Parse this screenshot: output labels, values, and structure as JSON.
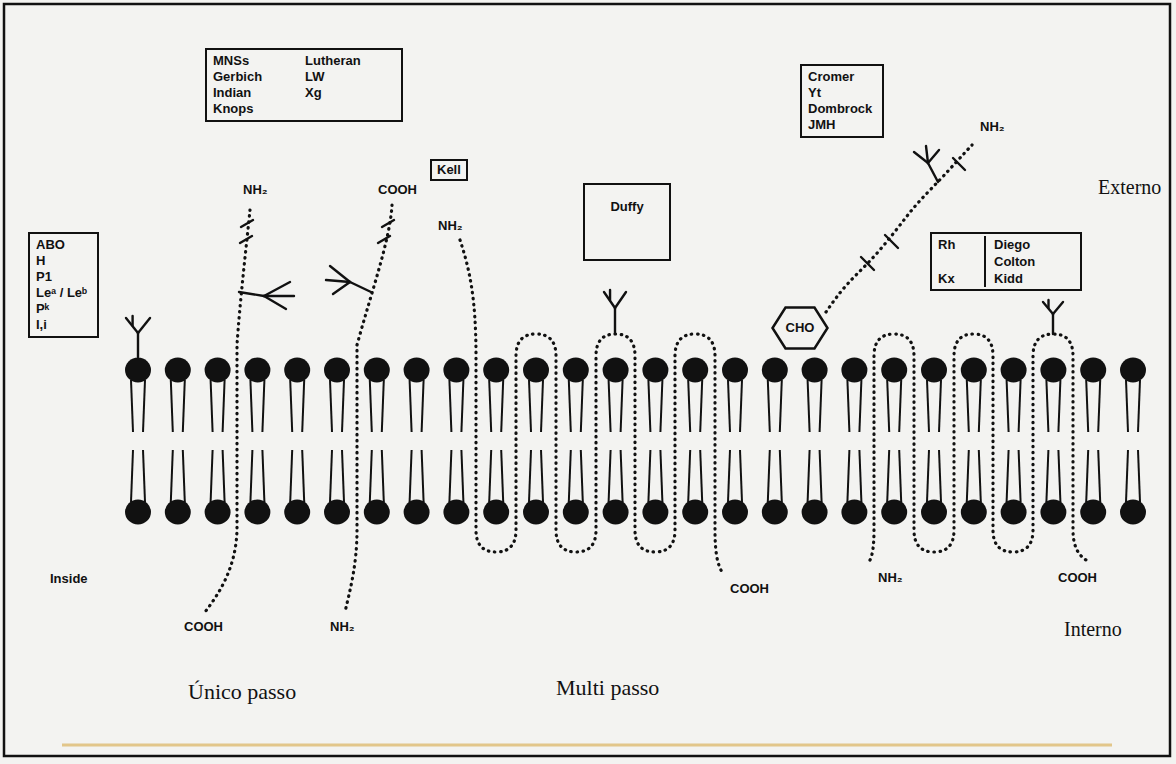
{
  "diagram": {
    "nodes": [
      {
        "text": [
          "ABO",
          "H",
          "P1",
          "Leᵃ / Leᵇ",
          "Pᵏ",
          "I,i"
        ]
      },
      {
        "text": [
          "MNSs",
          "Gerbich",
          "Indian",
          "Knops",
          "Lutheran",
          "LW",
          "Xg"
        ]
      },
      {
        "text": [
          "Kell"
        ]
      },
      {
        "text": [
          "Duffy"
        ]
      },
      {
        "text": [
          "Cromer",
          "Yt",
          "Dombrock",
          "JMH"
        ]
      },
      {
        "text": [
          "CHO"
        ]
      },
      {
        "text": [
          "Rh",
          "Kx",
          "Diego",
          "Colton",
          "Kidd"
        ]
      }
    ],
    "labels": [
      "NH₂",
      "COOH",
      "NH₂",
      "NH₂",
      "Externo",
      "Inside",
      "COOH",
      "NH₂",
      "COOH",
      "NH₂",
      "COOH",
      "Interno",
      "Único passo",
      "Multi passo"
    ]
  }
}
